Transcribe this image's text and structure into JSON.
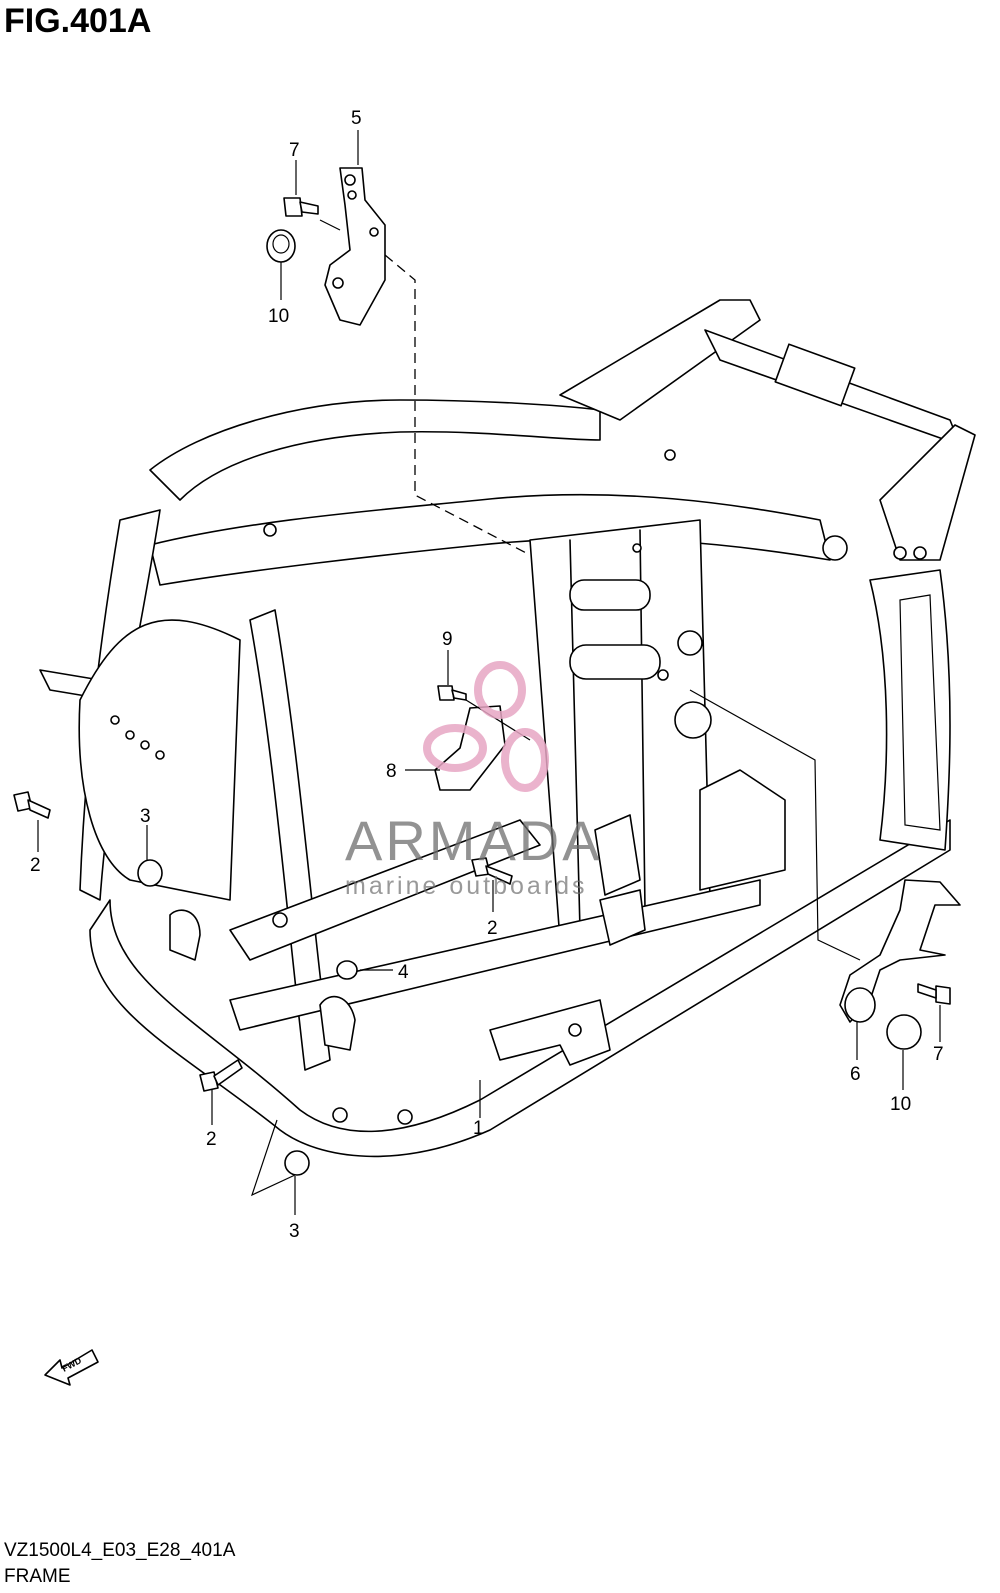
{
  "figure": {
    "title": "FIG.401A",
    "code": "VZ1500L4_E03_E28_401A",
    "name": "FRAME"
  },
  "watermark": {
    "brand": "ARMADA",
    "tagline": "marine outboards",
    "logo_color": "#e7a6c4"
  },
  "fwd_label": "FWD",
  "callouts": [
    "5",
    "7",
    "10",
    "9",
    "8",
    "2",
    "3",
    "2",
    "4",
    "2",
    "3",
    "1",
    "6",
    "7",
    "10"
  ]
}
